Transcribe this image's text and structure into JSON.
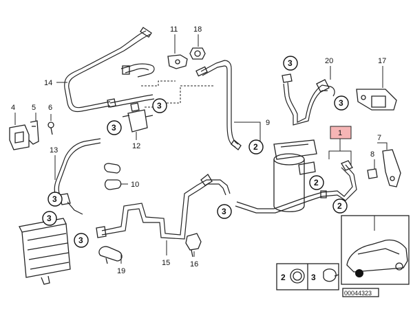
{
  "callouts": {
    "n1": "1",
    "n2": "2",
    "n3": "3",
    "n4": "4",
    "n5": "5",
    "n6": "6",
    "n7": "7",
    "n8": "8",
    "n9": "9",
    "n10": "10",
    "n11": "11",
    "n12": "12",
    "n13": "13",
    "n14": "14",
    "n15": "15",
    "n16": "16",
    "n17": "17",
    "n18": "18",
    "n19": "19",
    "n20": "20"
  },
  "circled_refs": {
    "two": "2",
    "three": "3"
  },
  "legend": {
    "item_a": "2",
    "item_b": "3"
  },
  "diagram_code": "00044323",
  "colors": {
    "highlight": "#f5b5b5",
    "line": "#222222"
  }
}
